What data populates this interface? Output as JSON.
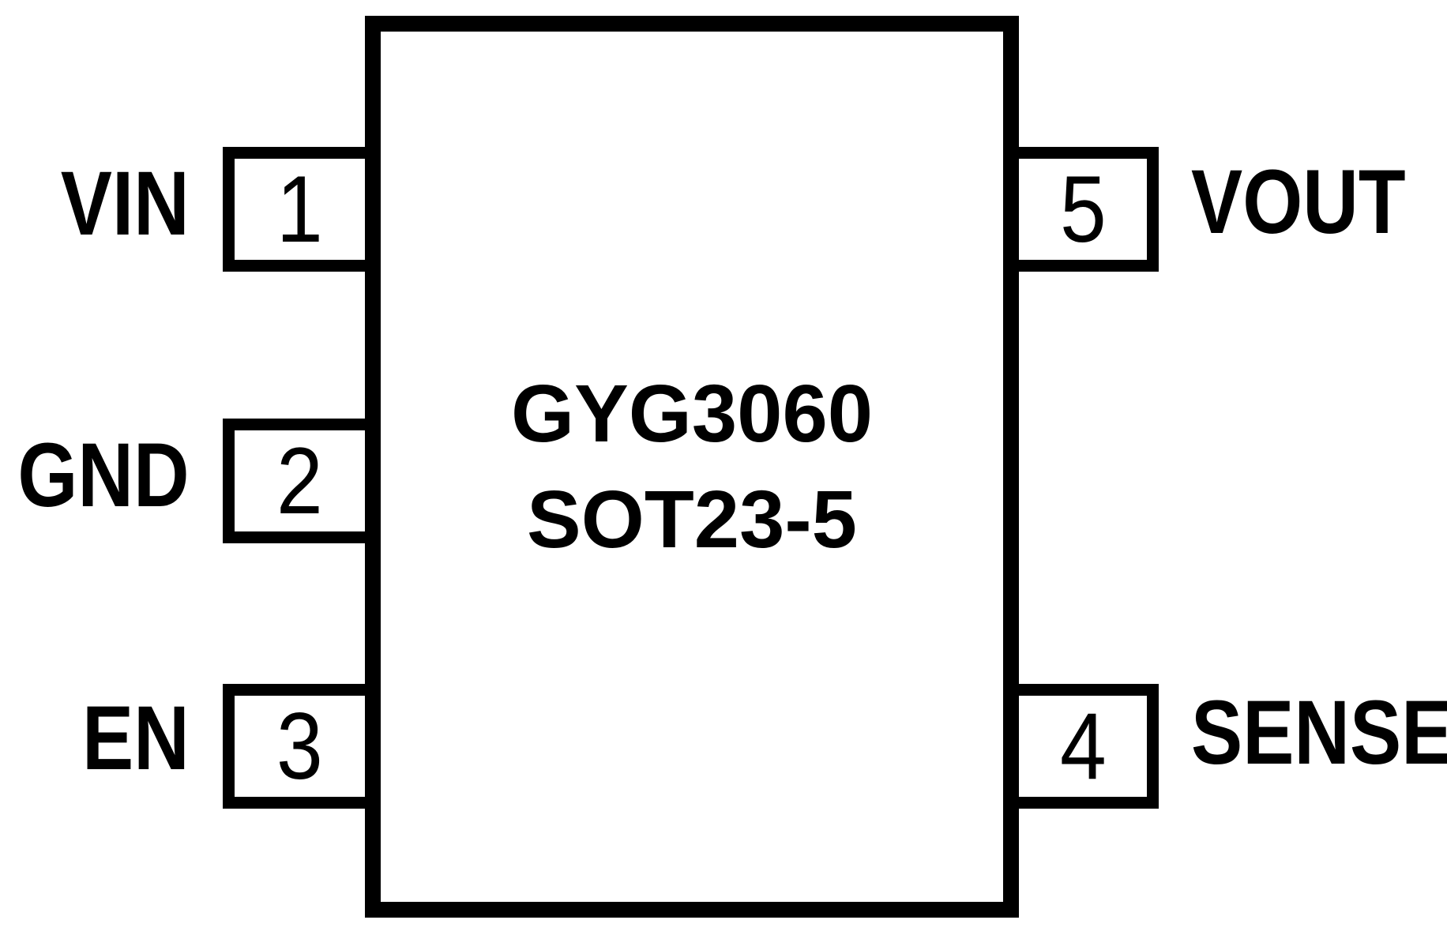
{
  "diagram": {
    "chip": {
      "name": "GYG3060",
      "package": "SOT23-5"
    },
    "pins": [
      {
        "number": "1",
        "label": "VIN",
        "side": "left"
      },
      {
        "number": "2",
        "label": "GND",
        "side": "left"
      },
      {
        "number": "3",
        "label": "EN",
        "side": "left"
      },
      {
        "number": "4",
        "label": "SENSE",
        "side": "right"
      },
      {
        "number": "5",
        "label": "VOUT",
        "side": "right"
      }
    ],
    "colors": {
      "foreground": "#000000",
      "background": "#ffffff"
    }
  }
}
